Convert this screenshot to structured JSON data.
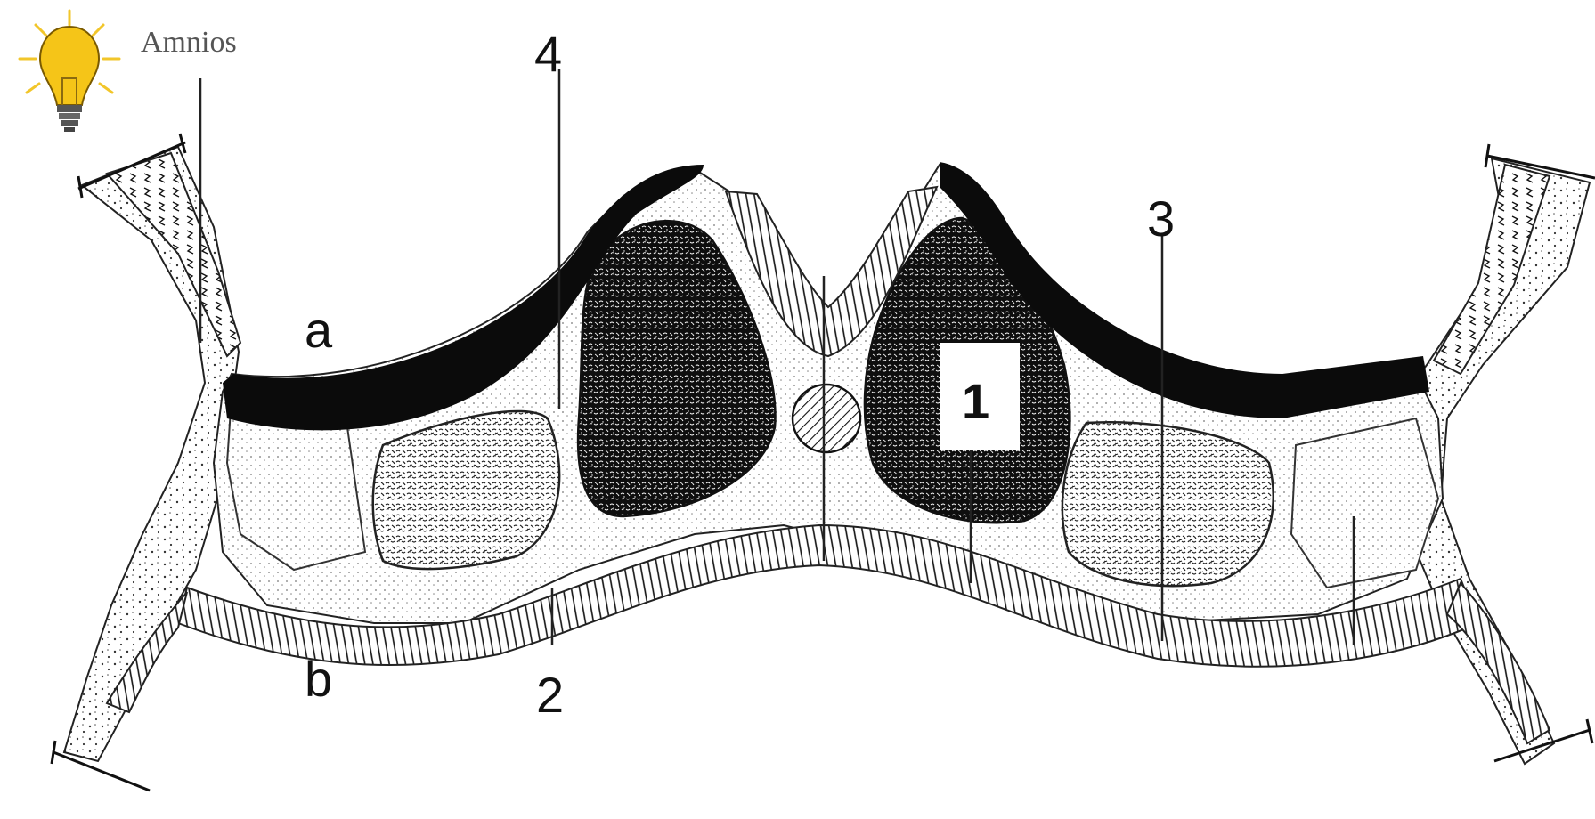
{
  "labels": {
    "amnios": "Amnios",
    "four": "4",
    "three": "3",
    "one": "1",
    "two": "2",
    "a": "a",
    "b": "b"
  },
  "colors": {
    "ectoderm_black": "#0b0b0b",
    "outline": "#222222",
    "bulb": "#f5c518",
    "bulb_rays": "#f2c62a",
    "background": "#ffffff"
  },
  "icons": {
    "bulb": "light-bulb-icon"
  }
}
